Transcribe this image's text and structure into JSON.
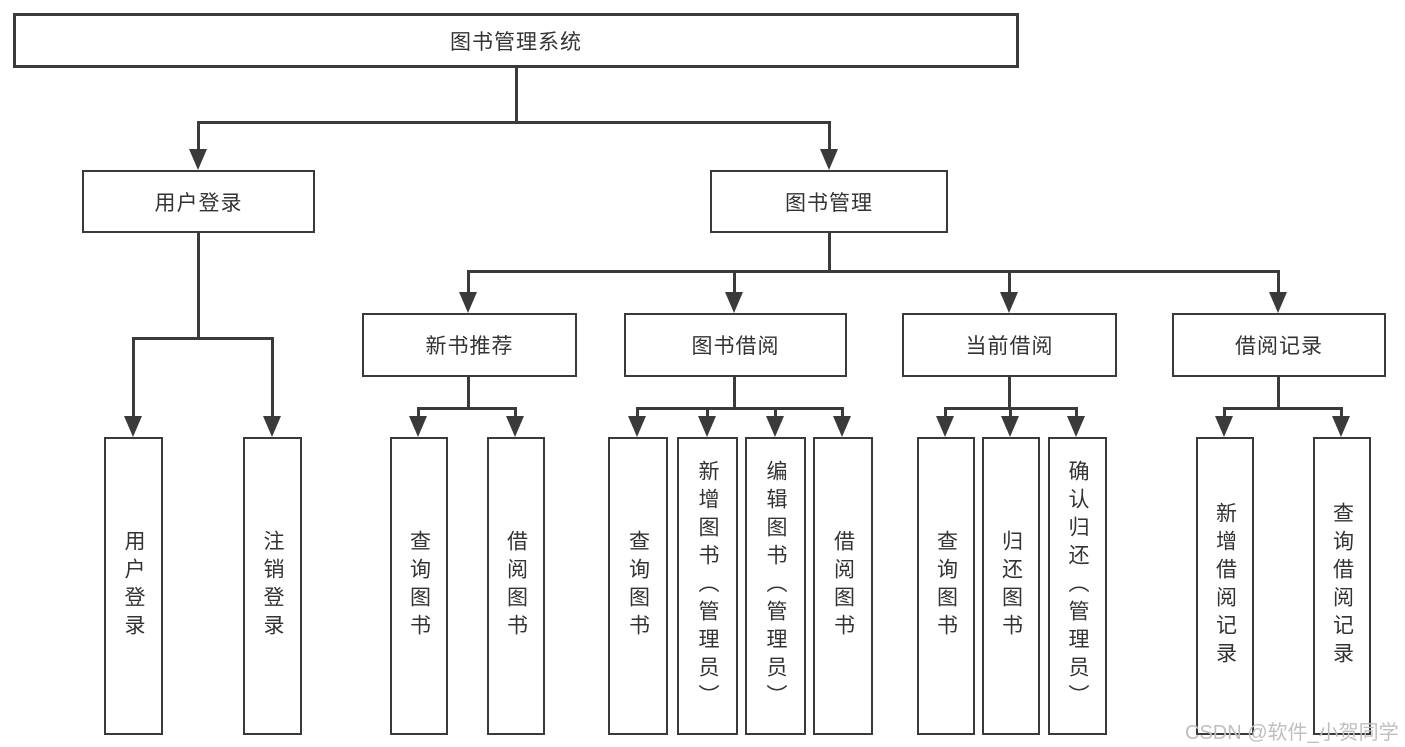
{
  "nodes": {
    "root": "图书管理系统",
    "user_login": "用户登录",
    "book_mgmt": "图书管理",
    "new_book_rec": "新书推荐",
    "book_borrow": "图书借阅",
    "current_borrow": "当前借阅",
    "borrow_records": "借阅记录",
    "ul_login": "用户登录",
    "ul_logout": "注销登录",
    "nbr_query": "查询图书",
    "nbr_borrow": "借阅图书",
    "bb_query": "查询图书",
    "bb_add": "新增图书（管理员）",
    "bb_edit": "编辑图书（管理员）",
    "bb_borrow": "借阅图书",
    "cb_query": "查询图书",
    "cb_return": "归还图书",
    "cb_confirm": "确认归还（管理员）",
    "br_add": "新增借阅记录",
    "br_query": "查询借阅记录"
  },
  "hierarchy": {
    "图书管理系统": {
      "用户登录": [
        "用户登录",
        "注销登录"
      ],
      "图书管理": {
        "新书推荐": [
          "查询图书",
          "借阅图书"
        ],
        "图书借阅": [
          "查询图书",
          "新增图书（管理员）",
          "编辑图书（管理员）",
          "借阅图书"
        ],
        "当前借阅": [
          "查询图书",
          "归还图书",
          "确认归还（管理员）"
        ],
        "借阅记录": [
          "新增借阅记录",
          "查询借阅记录"
        ]
      }
    }
  },
  "watermark": "CSDN @软件_小贺同学",
  "colors": {
    "line": "#3a3a3a",
    "text": "#333333",
    "watermark": "#bfbfbf",
    "background": "#ffffff"
  }
}
